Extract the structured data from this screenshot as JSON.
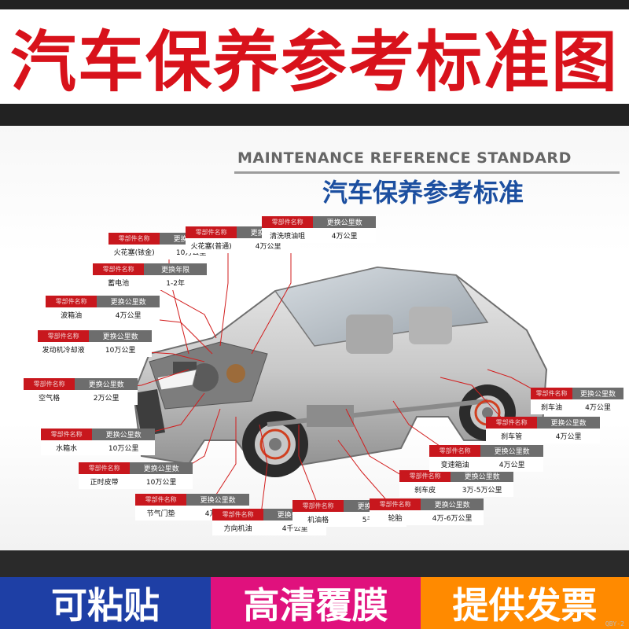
{
  "title": "汽车保养参考标准图",
  "english_title": "MAINTENANCE REFERENCE STANDARD",
  "chinese_subtitle": "汽车保养参考标准",
  "card_header": {
    "part_label": "零部件名称",
    "km_label": "更换公里数",
    "years_label": "更换年限"
  },
  "parts": [
    {
      "part": "火花塞(铱金)",
      "interval": "10万公里"
    },
    {
      "part": "火花塞(普通)",
      "interval": "4万公里"
    },
    {
      "part": "清洗喷油咀",
      "interval": "4万公里"
    },
    {
      "part": "蓄电池",
      "interval": "1-2年"
    },
    {
      "part": "波箱油",
      "interval": "4万公里"
    },
    {
      "part": "发动机冷却液",
      "interval": "10万公里"
    },
    {
      "part": "空气格",
      "interval": "2万公里"
    },
    {
      "part": "水箱水",
      "interval": "10万公里"
    },
    {
      "part": "正时皮带",
      "interval": "10万公里"
    },
    {
      "part": "节气门垫",
      "interval": "4万公里"
    },
    {
      "part": "方向机油",
      "interval": "4千公里"
    },
    {
      "part": "机油格",
      "interval": "5千公里"
    },
    {
      "part": "轮胎",
      "interval": "4万-6万公里"
    },
    {
      "part": "刹车皮",
      "interval": "3万-5万公里"
    },
    {
      "part": "变速箱油",
      "interval": "4万公里"
    },
    {
      "part": "刹车管",
      "interval": "4万公里"
    },
    {
      "part": "刹车油",
      "interval": "4万公里"
    }
  ],
  "badges": [
    "可粘贴",
    "高清覆膜",
    "提供发票"
  ],
  "watermark": "QBY-2",
  "colors": {
    "title_red": "#d8121b",
    "subtitle_blue": "#1c4fa0",
    "card_red": "#c8171d",
    "card_gray": "#6d6d6d",
    "badge_blue": "#1e3fa5",
    "badge_pink": "#e0117d",
    "badge_orange": "#ff8a00"
  }
}
